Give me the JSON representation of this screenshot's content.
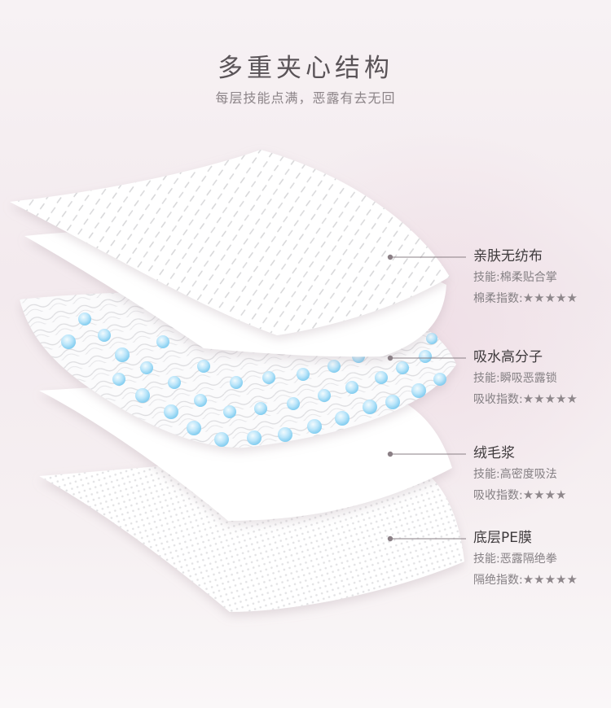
{
  "header": {
    "title": "多重夹心结构",
    "subtitle": "每层技能点满，恶露有去无回"
  },
  "layers": [
    {
      "name": "亲肤无纺布",
      "skill": "技能:棉柔贴合掌",
      "index_label": "棉柔指数:",
      "stars": "★★★★★",
      "rating": 5
    },
    {
      "name": "吸水高分子",
      "skill": "技能:瞬吸恶露锁",
      "index_label": "吸收指数:",
      "stars": "★★★★★",
      "rating": 5
    },
    {
      "name": "绒毛浆",
      "skill": "技能:高密度吸法",
      "index_label": "吸收指数:",
      "stars": "★★★★",
      "rating": 4
    },
    {
      "name": "底层PE膜",
      "skill": "技能:恶露隔绝拳",
      "index_label": "隔绝指数:",
      "stars": "★★★★★",
      "rating": 5
    }
  ],
  "colors": {
    "background": "#f4ecef",
    "sheet": "#ffffff",
    "bead": "#8fd3f4",
    "text_dark": "#3e3a3c",
    "text_muted": "#858084",
    "marker": "#8a7f85"
  }
}
